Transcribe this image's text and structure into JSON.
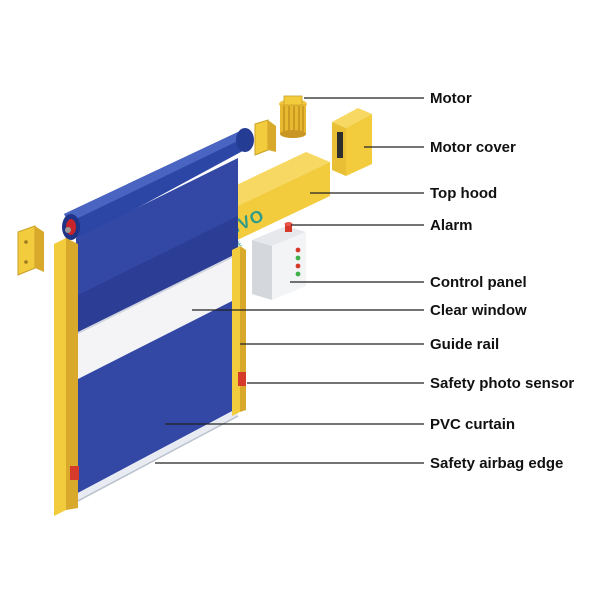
{
  "brand": {
    "logo_text": "KENVO",
    "logo_subtext": "凯 沃"
  },
  "colors": {
    "frame_yellow": "#f2cc3c",
    "frame_shadow": "#d8a92a",
    "curtain_blue": "#3347a5",
    "curtain_dark": "#273a8a",
    "roller_blue": "#2c46a6",
    "window_white": "#f4f4f6",
    "leader_line": "#222222",
    "sensor_red": "#d63a2a"
  },
  "labels": [
    {
      "id": "motor",
      "text": "Motor"
    },
    {
      "id": "motor-cover",
      "text": "Motor cover"
    },
    {
      "id": "top-hood",
      "text": "Top hood"
    },
    {
      "id": "alarm",
      "text": "Alarm"
    },
    {
      "id": "control-panel",
      "text": "Control panel"
    },
    {
      "id": "clear-window",
      "text": "Clear window"
    },
    {
      "id": "guide-rail",
      "text": "Guide rail"
    },
    {
      "id": "safety-photo-sensor",
      "text": "Safety photo sensor"
    },
    {
      "id": "pvc-curtain",
      "text": "PVC curtain"
    },
    {
      "id": "safety-airbag-edge",
      "text": "Safety airbag edge"
    }
  ]
}
